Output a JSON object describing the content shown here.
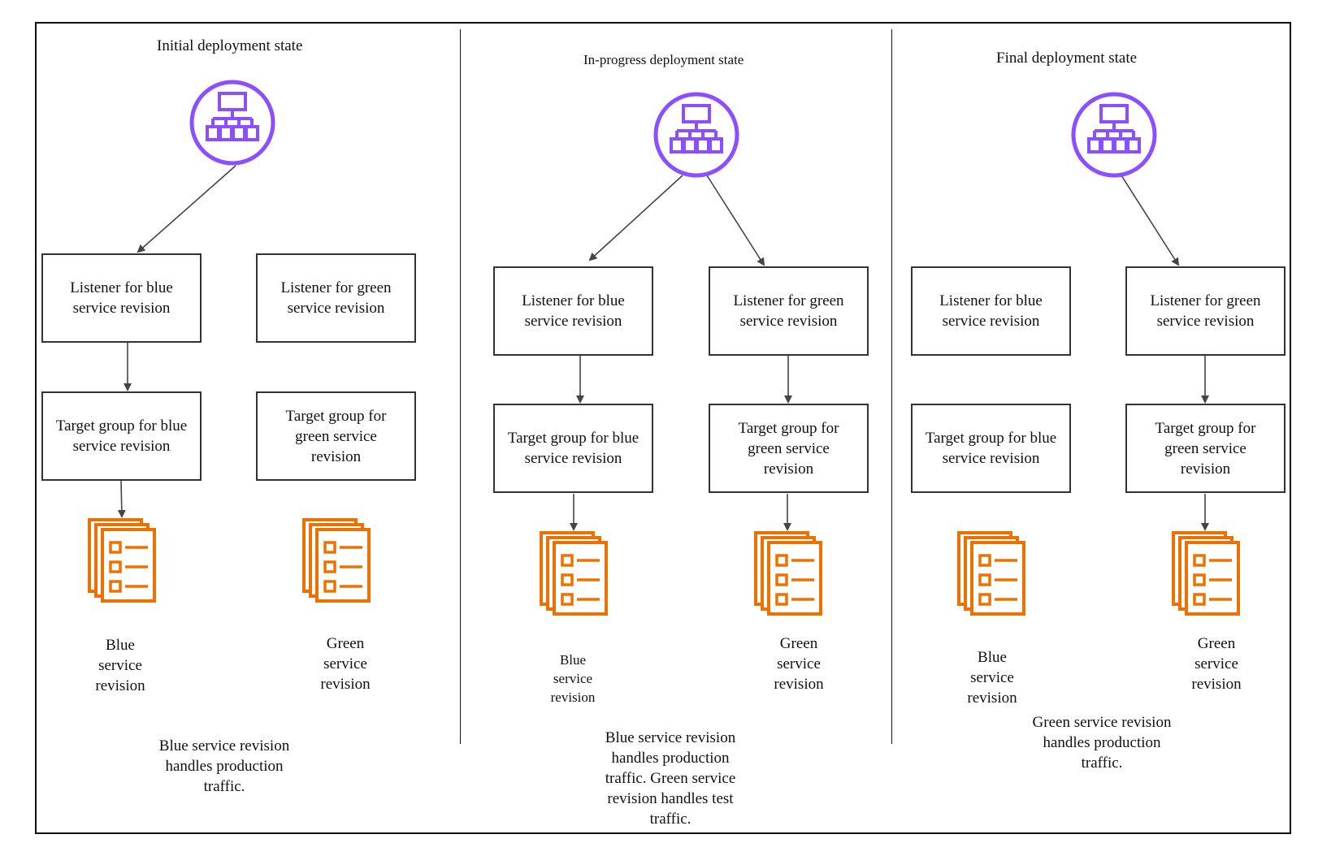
{
  "colors": {
    "load_balancer": "#8C4FFF",
    "service_revision": "#ED7100",
    "line": "#444444"
  },
  "icons": {
    "load_balancer": "load-balancer-icon",
    "service_revision": "document-stack-icon"
  },
  "panels": [
    {
      "title": "Initial deployment state",
      "blue_listener": "Listener for blue service revision",
      "green_listener": "Listener for green service revision",
      "blue_target_group": "Target group for blue service revision",
      "green_target_group": "Target group for green service revision",
      "blue_revision": "Blue service revision",
      "green_revision": "Green service revision",
      "note": "Blue service revision handles production traffic."
    },
    {
      "title": "In-progress deployment state",
      "blue_listener": "Listener for blue service revision",
      "green_listener": "Listener for green service revision",
      "blue_target_group": "Target group for blue service revision",
      "green_target_group": "Target group for green service revision",
      "blue_revision": "Blue service revision",
      "green_revision": "Green service revision",
      "note": "Blue service revision handles production traffic. Green service revision handles test traffic."
    },
    {
      "title": "Final deployment state",
      "blue_listener": "Listener for blue service revision",
      "green_listener": "Listener for green service revision",
      "blue_target_group": "Target group for blue service revision",
      "green_target_group": "Target group for green service revision",
      "blue_revision": "Blue service revision",
      "green_revision": "Green service revision",
      "note": "Green service revision handles production traffic."
    }
  ]
}
